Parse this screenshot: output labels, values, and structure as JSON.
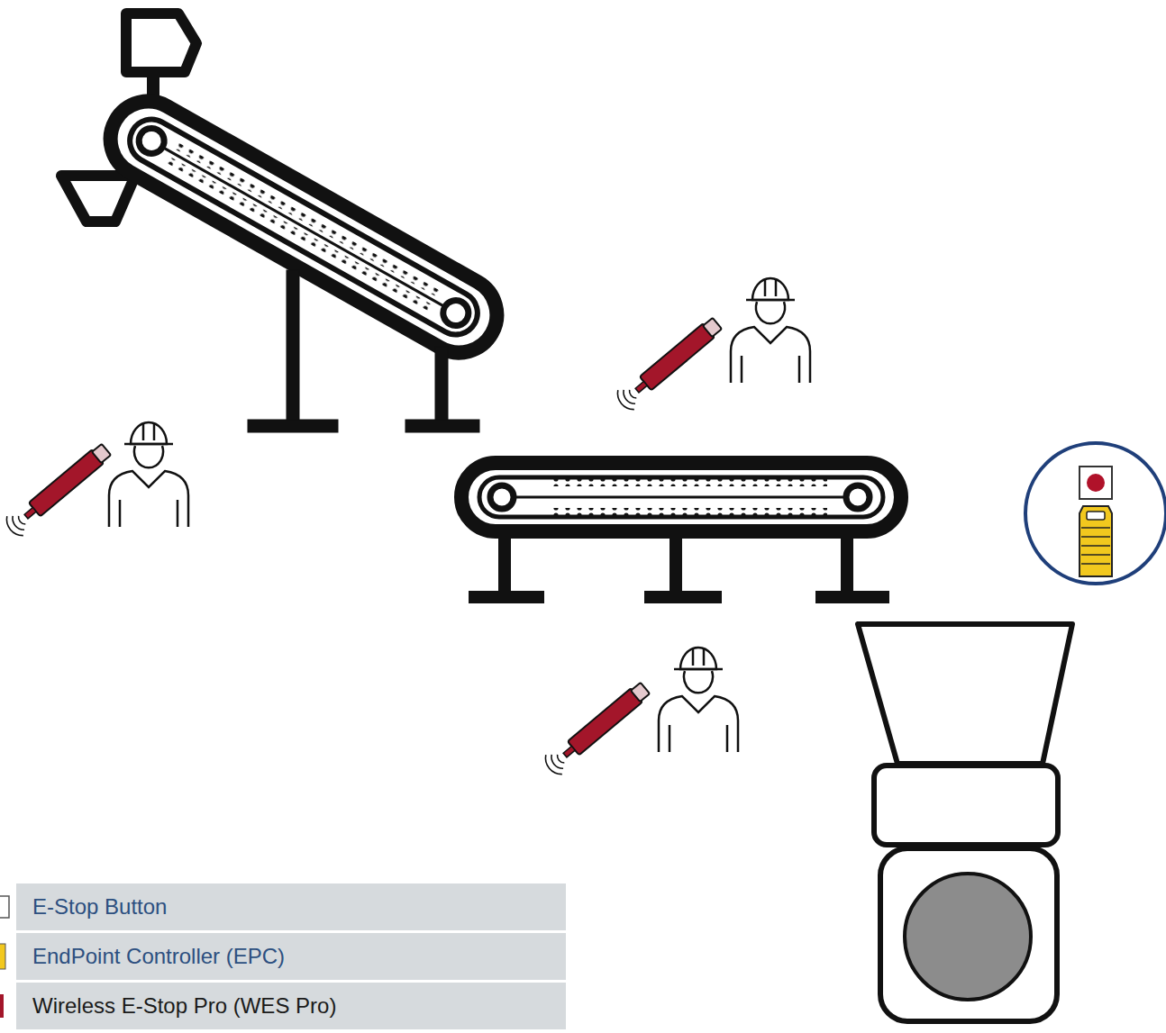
{
  "diagram": {
    "legend": [
      {
        "text": "E-Stop Button"
      },
      {
        "text": "EndPoint Controller (EPC)"
      },
      {
        "text": "Wireless E-Stop Pro (WES Pro)"
      }
    ]
  }
}
